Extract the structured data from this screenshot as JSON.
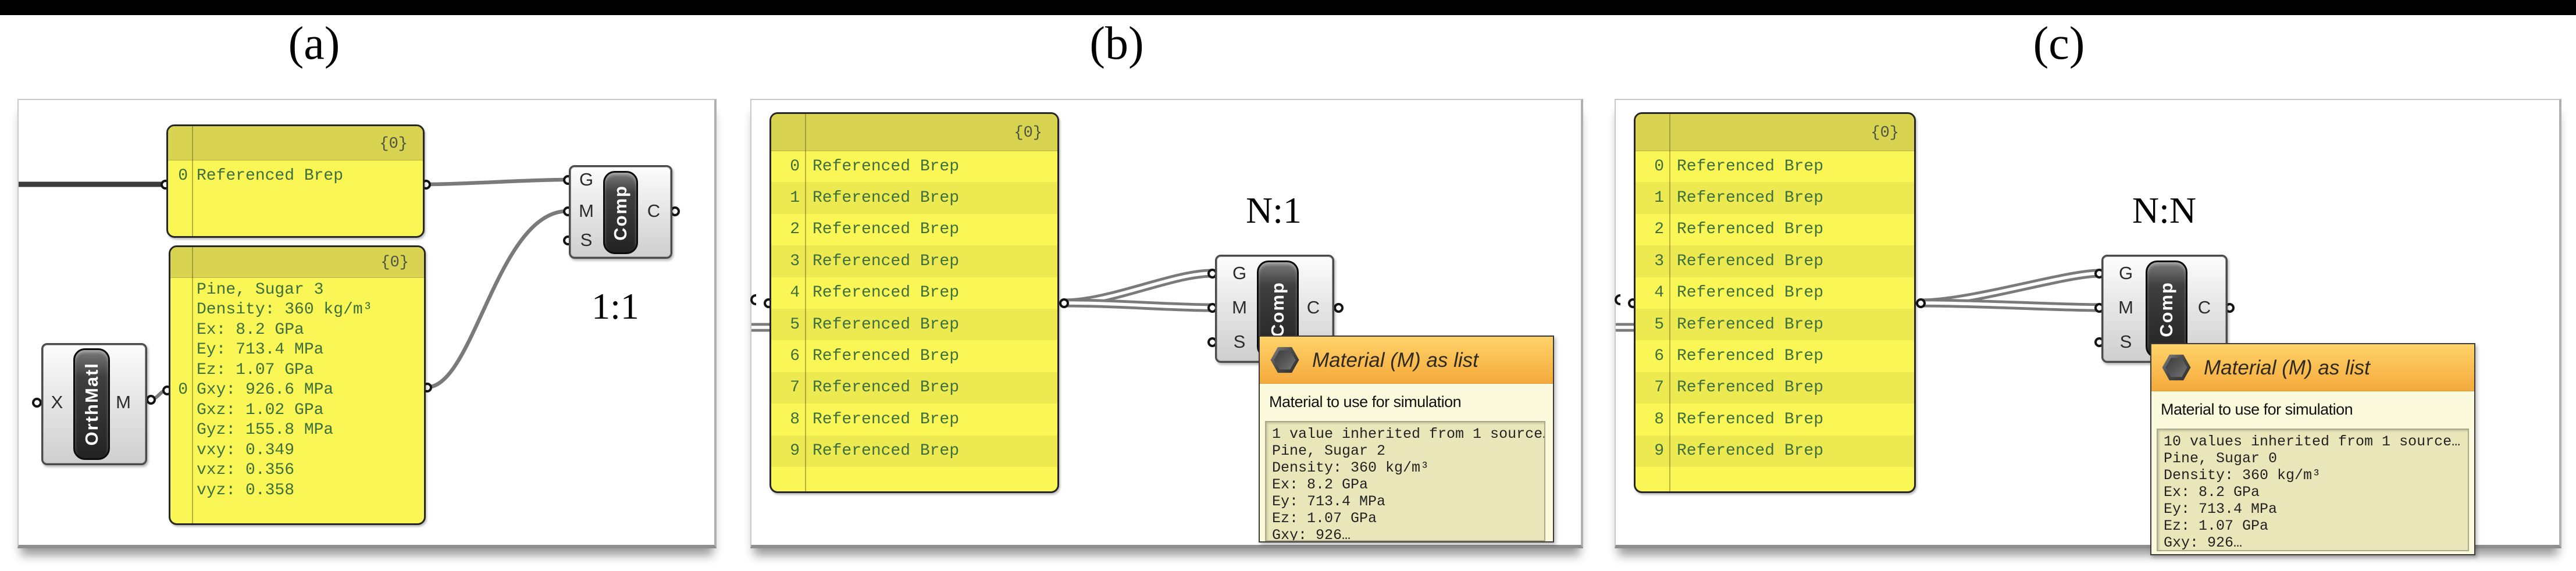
{
  "figure_labels": {
    "a": "(a)",
    "b": "(b)",
    "c": "(c)"
  },
  "colors": {
    "panel_yellow": "#FAF655",
    "panel_header_yellow": "#D8D351",
    "panel_text_green": "#3D6F3E",
    "tooltip_header_orange": "#F8B649",
    "tooltip_body": "#FCFADD",
    "tooltip_inner_khaki": "#E9E7BA",
    "wire_gray": "#7A7A7A",
    "component_dark": "#232323"
  },
  "panel_a": {
    "ratio_label": "1:1",
    "brep_panel": {
      "path_tag": "{0}",
      "rows": [
        {
          "index": "0",
          "label": "Referenced Brep"
        }
      ]
    },
    "material_panel": {
      "path_tag": "{0}",
      "lines": [
        {
          "index": "",
          "text": "Pine, Sugar 3"
        },
        {
          "index": "",
          "text": "Density: 360 kg/m³"
        },
        {
          "index": "",
          "text": "Ex: 8.2 GPa"
        },
        {
          "index": "",
          "text": "Ey: 713.4 MPa"
        },
        {
          "index": "",
          "text": "Ez: 1.07 GPa"
        },
        {
          "index": "0",
          "text": "Gxy: 926.6 MPa"
        },
        {
          "index": "",
          "text": "Gxz: 1.02 GPa"
        },
        {
          "index": "",
          "text": "Gyz: 155.8 MPa"
        },
        {
          "index": "",
          "text": "vxy: 0.349"
        },
        {
          "index": "",
          "text": "vxz: 0.356"
        },
        {
          "index": "",
          "text": "vyz: 0.358"
        }
      ]
    },
    "orthmatl": {
      "label": "OrthMatl",
      "input_x": "X",
      "output_m": "M"
    },
    "comp": {
      "label": "Comp",
      "input_g": "G",
      "input_m": "M",
      "input_s": "S",
      "output_c": "C"
    }
  },
  "panel_b": {
    "ratio_label": "N:1",
    "brep_panel": {
      "path_tag": "{0}",
      "rows": [
        {
          "index": "0",
          "label": "Referenced Brep"
        },
        {
          "index": "1",
          "label": "Referenced Brep"
        },
        {
          "index": "2",
          "label": "Referenced Brep"
        },
        {
          "index": "3",
          "label": "Referenced Brep"
        },
        {
          "index": "4",
          "label": "Referenced Brep"
        },
        {
          "index": "5",
          "label": "Referenced Brep"
        },
        {
          "index": "6",
          "label": "Referenced Brep"
        },
        {
          "index": "7",
          "label": "Referenced Brep"
        },
        {
          "index": "8",
          "label": "Referenced Brep"
        },
        {
          "index": "9",
          "label": "Referenced Brep"
        }
      ]
    },
    "comp": {
      "label": "Comp",
      "input_g": "G",
      "input_m": "M",
      "input_s": "S",
      "output_c": "C"
    },
    "tooltip": {
      "title": "Material (M) as list",
      "description": "Material to use for simulation",
      "lines": [
        "1 value inherited from 1 source…",
        "Pine, Sugar 2",
        "Density: 360 kg/m³",
        "Ex: 8.2 GPa",
        "Ey: 713.4 MPa",
        "Ez: 1.07 GPa",
        "Gxy: 926…"
      ]
    }
  },
  "panel_c": {
    "ratio_label": "N:N",
    "brep_panel": {
      "path_tag": "{0}",
      "rows": [
        {
          "index": "0",
          "label": "Referenced Brep"
        },
        {
          "index": "1",
          "label": "Referenced Brep"
        },
        {
          "index": "2",
          "label": "Referenced Brep"
        },
        {
          "index": "3",
          "label": "Referenced Brep"
        },
        {
          "index": "4",
          "label": "Referenced Brep"
        },
        {
          "index": "5",
          "label": "Referenced Brep"
        },
        {
          "index": "6",
          "label": "Referenced Brep"
        },
        {
          "index": "7",
          "label": "Referenced Brep"
        },
        {
          "index": "8",
          "label": "Referenced Brep"
        },
        {
          "index": "9",
          "label": "Referenced Brep"
        }
      ]
    },
    "comp": {
      "label": "Comp",
      "input_g": "G",
      "input_m": "M",
      "input_s": "S",
      "output_c": "C"
    },
    "tooltip": {
      "title": "Material (M) as list",
      "description": "Material to use for simulation",
      "lines": [
        "10 values inherited from 1 source…",
        "Pine, Sugar 0",
        "Density: 360 kg/m³",
        "Ex: 8.2 GPa",
        "Ey: 713.4 MPa",
        "Ez: 1.07 GPa",
        "Gxy: 926…"
      ]
    }
  }
}
